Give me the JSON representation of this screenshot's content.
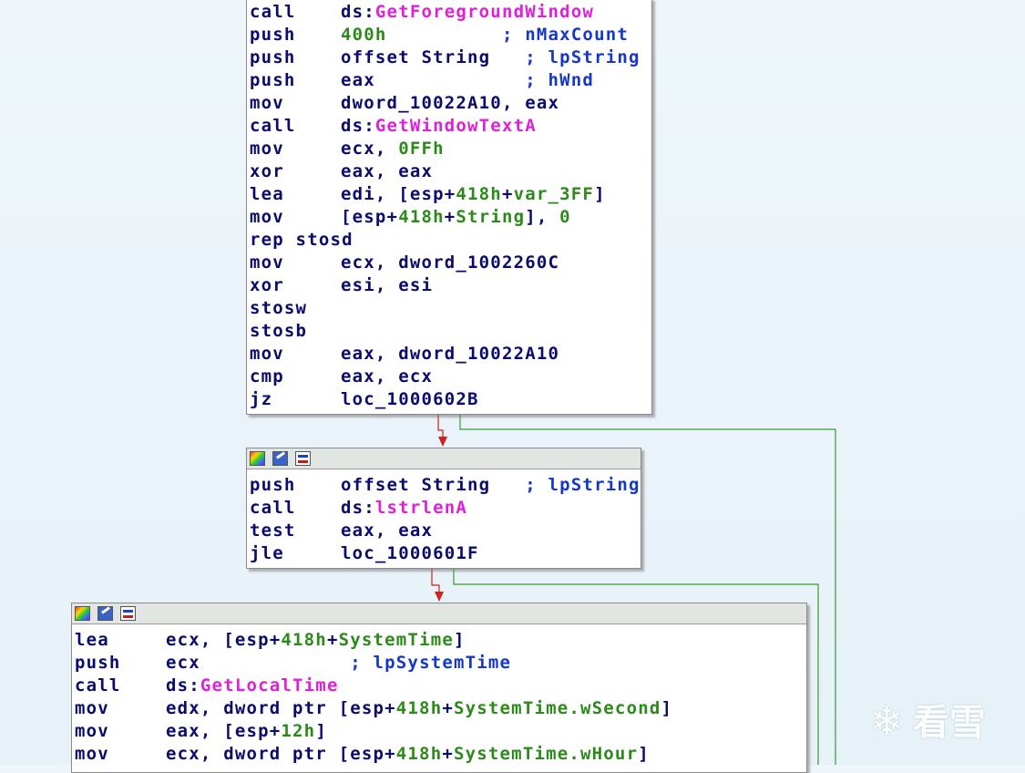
{
  "blocks": [
    {
      "lines": [
        {
          "m": "call",
          "o": [
            {
              "t": "ds:",
              "c": ""
            },
            {
              "t": "GetForegroundWindow",
              "c": "fn"
            }
          ]
        },
        {
          "m": "push",
          "o": [
            {
              "t": "400h",
              "c": "num"
            },
            {
              "t": "          ; ",
              "c": "cm"
            },
            {
              "t": "nMaxCount",
              "c": "cm"
            }
          ]
        },
        {
          "m": "push",
          "o": [
            {
              "t": "offset String",
              "c": ""
            },
            {
              "t": "   ; ",
              "c": "cm"
            },
            {
              "t": "lpString",
              "c": "cm"
            }
          ]
        },
        {
          "m": "push",
          "o": [
            {
              "t": "eax",
              "c": ""
            },
            {
              "t": "             ; ",
              "c": "cm"
            },
            {
              "t": "hWnd",
              "c": "cm"
            }
          ]
        },
        {
          "m": "mov",
          "o": [
            {
              "t": "dword_10022A10, eax",
              "c": ""
            }
          ]
        },
        {
          "m": "call",
          "o": [
            {
              "t": "ds:",
              "c": ""
            },
            {
              "t": "GetWindowTextA",
              "c": "fn"
            }
          ]
        },
        {
          "m": "mov",
          "o": [
            {
              "t": "ecx, ",
              "c": ""
            },
            {
              "t": "0FFh",
              "c": "num"
            }
          ]
        },
        {
          "m": "xor",
          "o": [
            {
              "t": "eax, eax",
              "c": ""
            }
          ]
        },
        {
          "m": "lea",
          "o": [
            {
              "t": "edi, [esp+",
              "c": ""
            },
            {
              "t": "418h",
              "c": "num"
            },
            {
              "t": "+",
              "c": ""
            },
            {
              "t": "var_3FF",
              "c": "num"
            },
            {
              "t": "]",
              "c": ""
            }
          ]
        },
        {
          "m": "mov",
          "o": [
            {
              "t": "[esp+",
              "c": ""
            },
            {
              "t": "418h",
              "c": "num"
            },
            {
              "t": "+",
              "c": ""
            },
            {
              "t": "String",
              "c": "num"
            },
            {
              "t": "], ",
              "c": ""
            },
            {
              "t": "0",
              "c": "num"
            }
          ]
        },
        {
          "m": "rep stosd",
          "o": []
        },
        {
          "m": "mov",
          "o": [
            {
              "t": "ecx, dword_1002260C",
              "c": ""
            }
          ]
        },
        {
          "m": "xor",
          "o": [
            {
              "t": "esi, esi",
              "c": ""
            }
          ]
        },
        {
          "m": "stosw",
          "o": []
        },
        {
          "m": "stosb",
          "o": []
        },
        {
          "m": "mov",
          "o": [
            {
              "t": "eax, dword_10022A10",
              "c": ""
            }
          ]
        },
        {
          "m": "cmp",
          "o": [
            {
              "t": "eax, ecx",
              "c": ""
            }
          ]
        },
        {
          "m": "jz",
          "o": [
            {
              "t": "loc_1000602B",
              "c": ""
            }
          ]
        }
      ]
    },
    {
      "lines": [
        {
          "m": "push",
          "o": [
            {
              "t": "offset String",
              "c": ""
            },
            {
              "t": "   ; ",
              "c": "cm"
            },
            {
              "t": "lpString",
              "c": "cm"
            }
          ]
        },
        {
          "m": "call",
          "o": [
            {
              "t": "ds:",
              "c": ""
            },
            {
              "t": "lstrlenA",
              "c": "fn"
            }
          ]
        },
        {
          "m": "test",
          "o": [
            {
              "t": "eax, eax",
              "c": ""
            }
          ]
        },
        {
          "m": "jle",
          "o": [
            {
              "t": "loc_1000601F",
              "c": ""
            }
          ]
        }
      ]
    },
    {
      "lines": [
        {
          "m": "lea",
          "o": [
            {
              "t": "ecx, [esp+",
              "c": ""
            },
            {
              "t": "418h",
              "c": "num"
            },
            {
              "t": "+",
              "c": ""
            },
            {
              "t": "SystemTime",
              "c": "num"
            },
            {
              "t": "]",
              "c": ""
            }
          ]
        },
        {
          "m": "push",
          "o": [
            {
              "t": "ecx",
              "c": ""
            },
            {
              "t": "             ; ",
              "c": "cm"
            },
            {
              "t": "lpSystemTime",
              "c": "cm"
            }
          ]
        },
        {
          "m": "call",
          "o": [
            {
              "t": "ds:",
              "c": ""
            },
            {
              "t": "GetLocalTime",
              "c": "fn"
            }
          ]
        },
        {
          "m": "mov",
          "o": [
            {
              "t": "edx, dword ptr [esp+",
              "c": ""
            },
            {
              "t": "418h",
              "c": "num"
            },
            {
              "t": "+",
              "c": ""
            },
            {
              "t": "SystemTime.wSecond",
              "c": "num"
            },
            {
              "t": "]",
              "c": ""
            }
          ]
        },
        {
          "m": "mov",
          "o": [
            {
              "t": "eax, [esp+",
              "c": ""
            },
            {
              "t": "12h",
              "c": "num"
            },
            {
              "t": "]",
              "c": ""
            }
          ]
        },
        {
          "m": "mov",
          "o": [
            {
              "t": "ecx, dword ptr [esp+",
              "c": ""
            },
            {
              "t": "418h",
              "c": "num"
            },
            {
              "t": "+",
              "c": ""
            },
            {
              "t": "SystemTime.wHour",
              "c": "num"
            },
            {
              "t": "]",
              "c": ""
            }
          ]
        }
      ]
    }
  ],
  "colors": {
    "mnemonic": "#0b0b6e",
    "function": "#e01fd8",
    "number": "#2b8a1a",
    "comment": "#1438c8",
    "edge_true": "#d02020",
    "edge_false": "#3a9a3a"
  },
  "watermark": {
    "text": "看雪",
    "icon": "snowflake-icon"
  }
}
